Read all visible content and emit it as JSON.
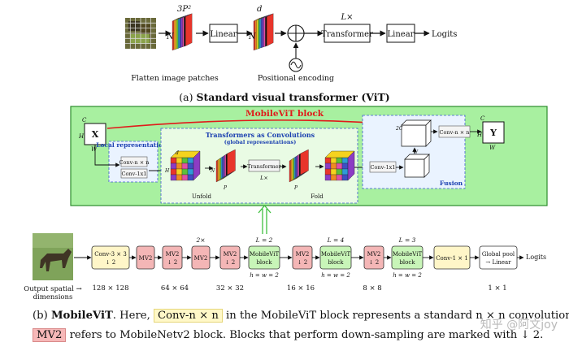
{
  "vit": {
    "n_label": "N",
    "p2_label": "3P²",
    "d_label": "d",
    "linear_1": "Linear",
    "linear_2": "Linear",
    "transformer": "Transformer",
    "repeat": "L×",
    "output": "Logits",
    "patches_caption": "Flatten image patches",
    "posenc_caption": "Positional encoding",
    "subtitle_prefix": "(a) ",
    "subtitle_bold": "Standard visual transformer (ViT)"
  },
  "mvit_block": {
    "title": "MobileViT block",
    "input": "X",
    "output": "Y",
    "local_title": "Local representations",
    "conv_nxn": "Conv-n × n",
    "conv_1x1": "Conv-1x1",
    "tac_title": "Transformers as Convolutions",
    "tac_subtitle": "(global representations)",
    "unfold": "Unfold",
    "fold": "Fold",
    "transformer": "Transformer",
    "repeat": "L×",
    "fusion_title": "Fusion",
    "fusion_conv_1x1": "Conv-1x1",
    "fusion_conv_nxn": "Conv-n × n",
    "dim_c": "C",
    "dim_h": "H",
    "dim_w": "W",
    "dim_d": "d",
    "dim_n": "N",
    "dim_p": "P",
    "dim_2c": "2C"
  },
  "pipeline": {
    "blocks": [
      {
        "label": "Conv-3 × 3",
        "sub": "↓ 2",
        "kind": "conv"
      },
      {
        "label": "MV2",
        "sub": "",
        "kind": "mv2"
      },
      {
        "label": "MV2",
        "sub": "↓ 2",
        "kind": "mv2"
      },
      {
        "label": "MV2",
        "sub": "",
        "kind": "mv2",
        "above": "2×"
      },
      {
        "label": "MV2",
        "sub": "↓ 2",
        "kind": "mv2"
      },
      {
        "label": "MobileViT",
        "sub": "block",
        "kind": "mvit",
        "above": "L = 2",
        "below": "h = w = 2"
      },
      {
        "label": "MV2",
        "sub": "↓ 2",
        "kind": "mv2"
      },
      {
        "label": "MobileViT",
        "sub": "block",
        "kind": "mvit",
        "above": "L = 4",
        "below": "h = w = 2"
      },
      {
        "label": "MV2",
        "sub": "↓ 2",
        "kind": "mv2"
      },
      {
        "label": "MobileViT",
        "sub": "block",
        "kind": "mvit",
        "above": "L = 3",
        "below": "h = w = 2"
      },
      {
        "label": "Conv-1 × 1",
        "sub": "",
        "kind": "conv"
      },
      {
        "label": "Global pool",
        "sub": "→ Linear",
        "kind": "pool"
      }
    ],
    "output": "Logits",
    "spatial_caption": "Output spatial →",
    "spatial_caption2": "dimensions",
    "sizes": [
      "128 × 128",
      "64 × 64",
      "32 × 32",
      "16 × 16",
      "8 × 8",
      "1 × 1"
    ]
  },
  "caption": {
    "line1_a": "(b) ",
    "line1_bold": "MobileViT",
    "line1_b": ". Here, ",
    "line1_conv": "Conv-n × n",
    "line1_c": " in the MobileViT block represents a standard n × n convolution and",
    "line2_mv2": "MV2",
    "line2_b": " refers to MobileNetv2 block. Blocks that perform down-sampling are marked with ↓ 2."
  },
  "watermark": "知乎 @阿文joy",
  "colors": {
    "mvit_bg": "#a8f0a0",
    "mvit_border": "#2d8c2d",
    "mv2": "#f4b6b6",
    "conv": "#fff6c8",
    "mvit_node": "#c8f5b8",
    "tac_bg": "#e9fbe4",
    "arrow_red": "#e01b1b",
    "title_red": "#e01b1b",
    "title_blue": "#1a3fb0"
  }
}
